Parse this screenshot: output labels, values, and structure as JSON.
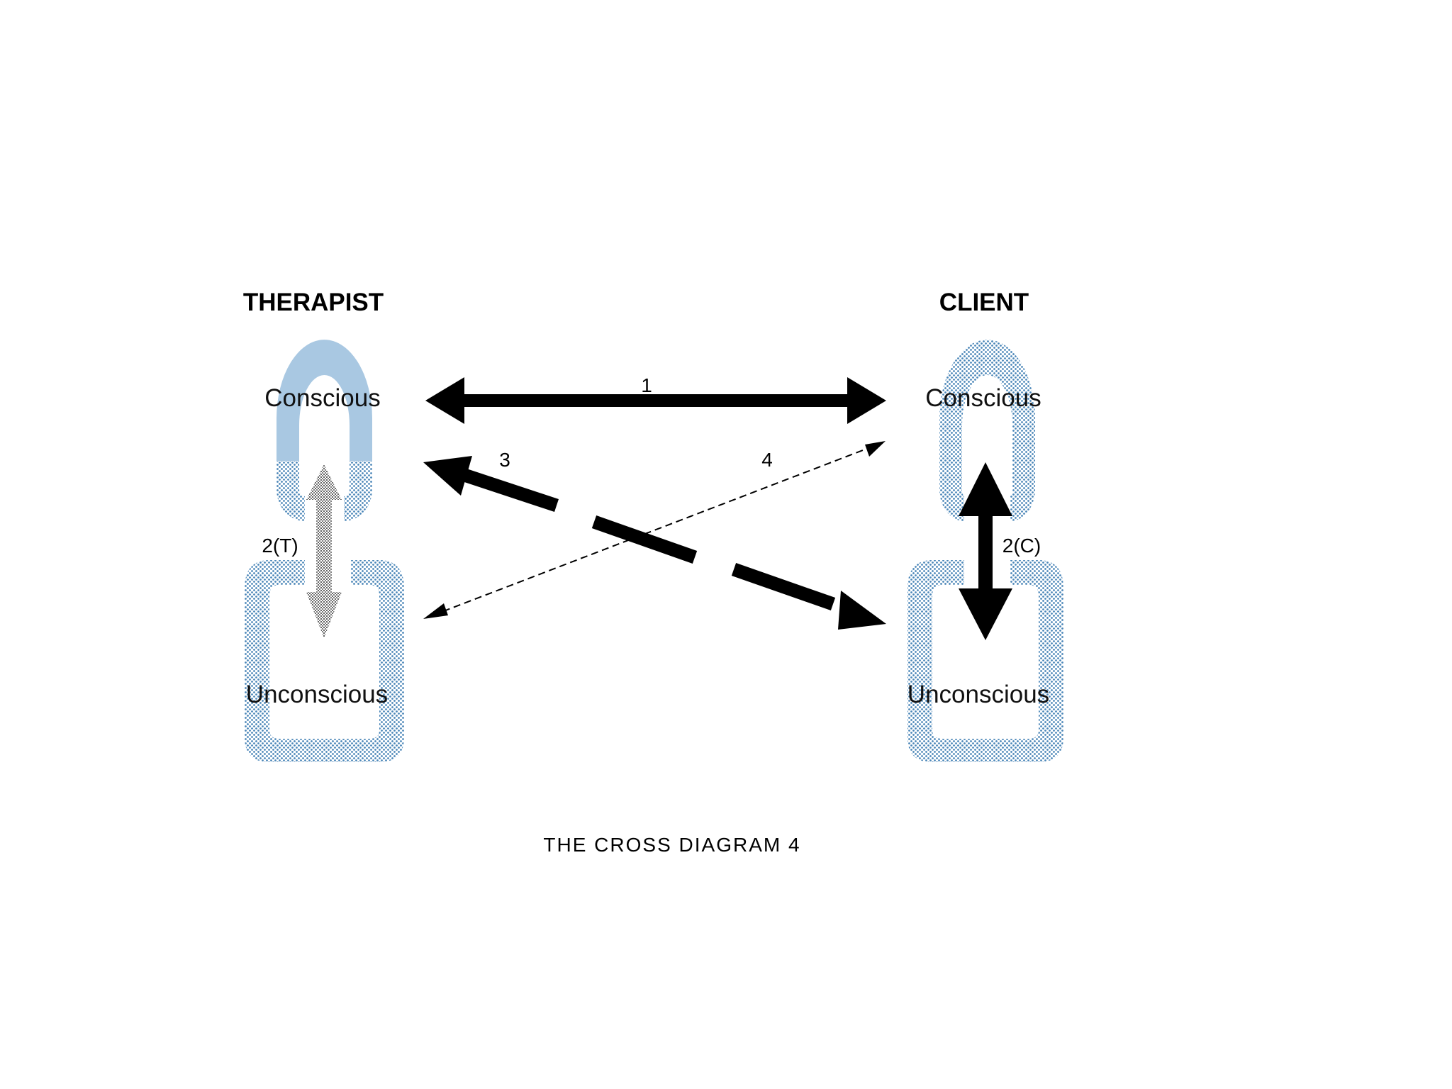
{
  "diagram": {
    "title": "THE CROSS DIAGRAM 4",
    "therapist": {
      "heading": "THERAPIST",
      "conscious": "Conscious",
      "unconscious": "Unconscious",
      "link_label": "2(T)"
    },
    "client": {
      "heading": "CLIENT",
      "conscious": "Conscious",
      "unconscious": "Unconscious",
      "link_label": "2(C)"
    },
    "arrows": {
      "a1": "1",
      "a3": "3",
      "a4": "4"
    }
  },
  "colors": {
    "therapist_conscious": "#a9c8e2",
    "dotted_blue": "#4a86b8",
    "arrow": "#000000"
  },
  "icons": {
    "shape": "chain-link"
  }
}
